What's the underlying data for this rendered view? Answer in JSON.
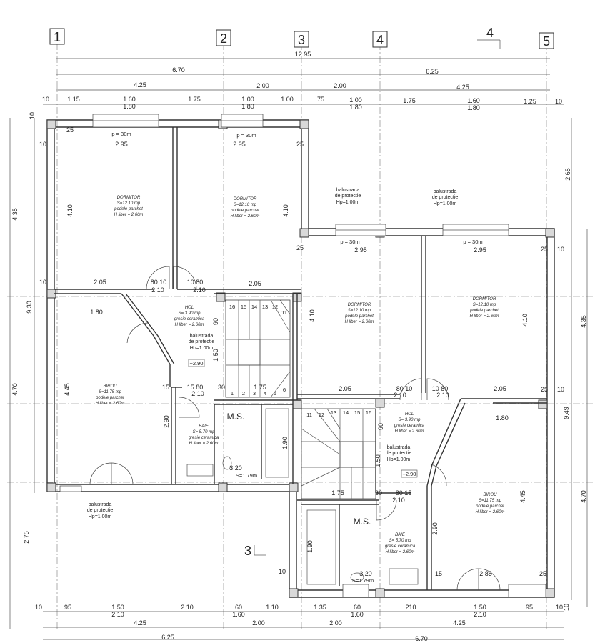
{
  "grid_axes": [
    "1",
    "2",
    "3",
    "4",
    "5"
  ],
  "section_mark_top": "4",
  "section_mark_bottom": "3",
  "top_dims": {
    "overall": "12.95",
    "row2": [
      "6.70",
      "6.25"
    ],
    "row3": [
      "4.25",
      "2.00",
      "2.00",
      "4.25"
    ],
    "row4": [
      "10",
      "1.15",
      "1.60",
      "1.75",
      "1.00",
      "1.00",
      "75",
      "1.00",
      "1.75",
      "1.60",
      "1.25",
      "10"
    ],
    "row4b": [
      "1.80",
      "1.80",
      "1.80",
      "1.80"
    ]
  },
  "bottom_dims": {
    "row1": [
      "10",
      "95",
      "1.50",
      "2.10",
      "60",
      "1.10",
      "1.35",
      "60",
      "210",
      "1.50",
      "95",
      "10"
    ],
    "row1b": [
      "2.10",
      "1.60",
      "1.60",
      "2.10"
    ],
    "row2": [
      "4.25",
      "2.00",
      "2.00",
      "4.25"
    ],
    "row3": [
      "6.25",
      "6.70"
    ]
  },
  "left_dims": [
    "10",
    "4.35",
    "9.30",
    "4.70",
    "2.75"
  ],
  "right_dims": [
    "2.65",
    "4.35",
    "9.49",
    "4.70",
    "10"
  ],
  "inner_dims": {
    "w295a": "2.95",
    "w295b": "2.95",
    "w295c": "2.95",
    "w295d": "2.95",
    "w205a": "2.05",
    "w205b": "2.05",
    "w205c": "2.05",
    "w205d": "2.05",
    "h410a": "4.10",
    "h410b": "4.10",
    "h410c": "4.10",
    "h410d": "4.10",
    "h445a": "4.45",
    "h445b": "4.45",
    "w180a": "1.80",
    "w180b": "1.80",
    "w175a": "1.75",
    "w175b": "1.75",
    "w210a": "2.10",
    "w210b": "2.10",
    "w210c": "2.10",
    "w210d": "2.10",
    "w210e": "2.10",
    "w210f": "2.10",
    "w8010a": "80 10",
    "w1080a": "10 80",
    "w8010b": "80 10",
    "w1080b": "10 80",
    "w1580": "15 80",
    "w8015": "80 15",
    "h290a": "2.90",
    "h290b": "2.90",
    "h190a": "1.90",
    "h190b": "1.90",
    "h150a": "1.50",
    "h150b": "1.50",
    "w320a": "3.20",
    "w320b": "3.20",
    "w285": "2.85",
    "t25": "25",
    "t10": "10",
    "t15": "15",
    "t30": "30",
    "t90": "90",
    "p30": "p = 30m",
    "lvl": "+2.90",
    "sfr": "S=1.79m"
  },
  "rooms": {
    "dorm1": [
      "DORMITOR",
      "S=12.10 mp",
      "podele parchet",
      "H liber = 2.60m"
    ],
    "dorm2": [
      "DORMITOR",
      "S=12.10 mp",
      "podele parchet",
      "H liber = 2.60m"
    ],
    "dorm3": [
      "DORMITOR",
      "S=12.10 mp",
      "podele parchet",
      "H liber = 2.60m"
    ],
    "dorm4": [
      "DORMITOR",
      "S=12.10 mp",
      "podele parchet",
      "H liber = 2.60m"
    ],
    "hol1": [
      "HOL",
      "S= 3.90 mp",
      "gresie ceramica",
      "H liber = 2.60m"
    ],
    "hol2": [
      "HOL",
      "S= 3.90 mp",
      "gresie ceramica",
      "H liber = 2.60m"
    ],
    "birou1": [
      "BIROU",
      "S=11.75 mp",
      "podele parchet",
      "H liber = 2.60m"
    ],
    "birou2": [
      "BIROU",
      "S=11.75 mp",
      "podele parchet",
      "H liber = 2.60m"
    ],
    "baie1": [
      "BAIE",
      "S= 5.70 mp",
      "gresie ceramica",
      "H liber = 2.60m"
    ],
    "baie2": [
      "BAIE",
      "S= 5.70 mp",
      "gresie ceramica",
      "H liber = 2.60m"
    ]
  },
  "railings": {
    "r1": [
      "balustrada",
      "de protectie",
      "Hp=1.00m"
    ],
    "r2": [
      "balustrada",
      "de protectie",
      "Hp=1.00m"
    ],
    "r3": [
      "balustrada",
      "de protectie",
      "Hp=1.00m"
    ],
    "r4": [
      "balustrada",
      "de protectie",
      "Hp=1.00m"
    ],
    "r5": [
      "balustrada",
      "de protectie",
      "Hp=1.00m"
    ]
  },
  "ms_label": "M.S.",
  "stair_steps_top": [
    "16",
    "15",
    "14",
    "13",
    "12",
    "11"
  ],
  "stair_steps_bottom": [
    "1",
    "2",
    "3",
    "4",
    "5",
    "6"
  ]
}
